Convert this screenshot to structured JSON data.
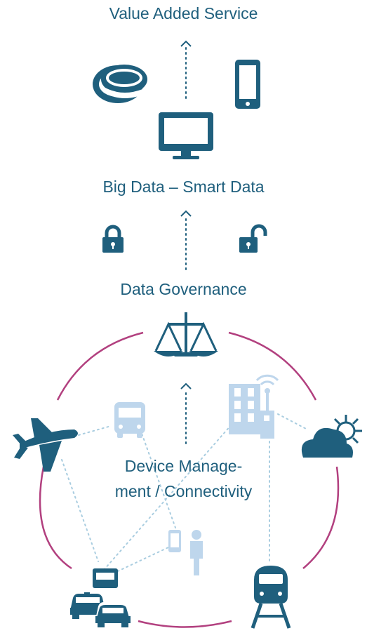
{
  "labels": {
    "value_added_service": "Value Added Service",
    "big_data": "Big Data – Smart Data",
    "data_governance": "Data Governance",
    "device_management_line1": "Device Manage-",
    "device_management_line2": "ment / Connectivity"
  },
  "colors": {
    "primary": "#1f5f7d",
    "light": "#bed6ec",
    "dots": "#a9cde0",
    "ring": "#b2407f"
  },
  "icons": [
    "coins-icon",
    "smartphone-icon",
    "monitor-icon",
    "lock-closed-icon",
    "lock-open-icon",
    "scales-icon",
    "airplane-icon",
    "bus-icon",
    "building-antenna-icon",
    "cloud-sun-icon",
    "smartphone-person-icon",
    "cars-truck-icon",
    "train-icon"
  ]
}
